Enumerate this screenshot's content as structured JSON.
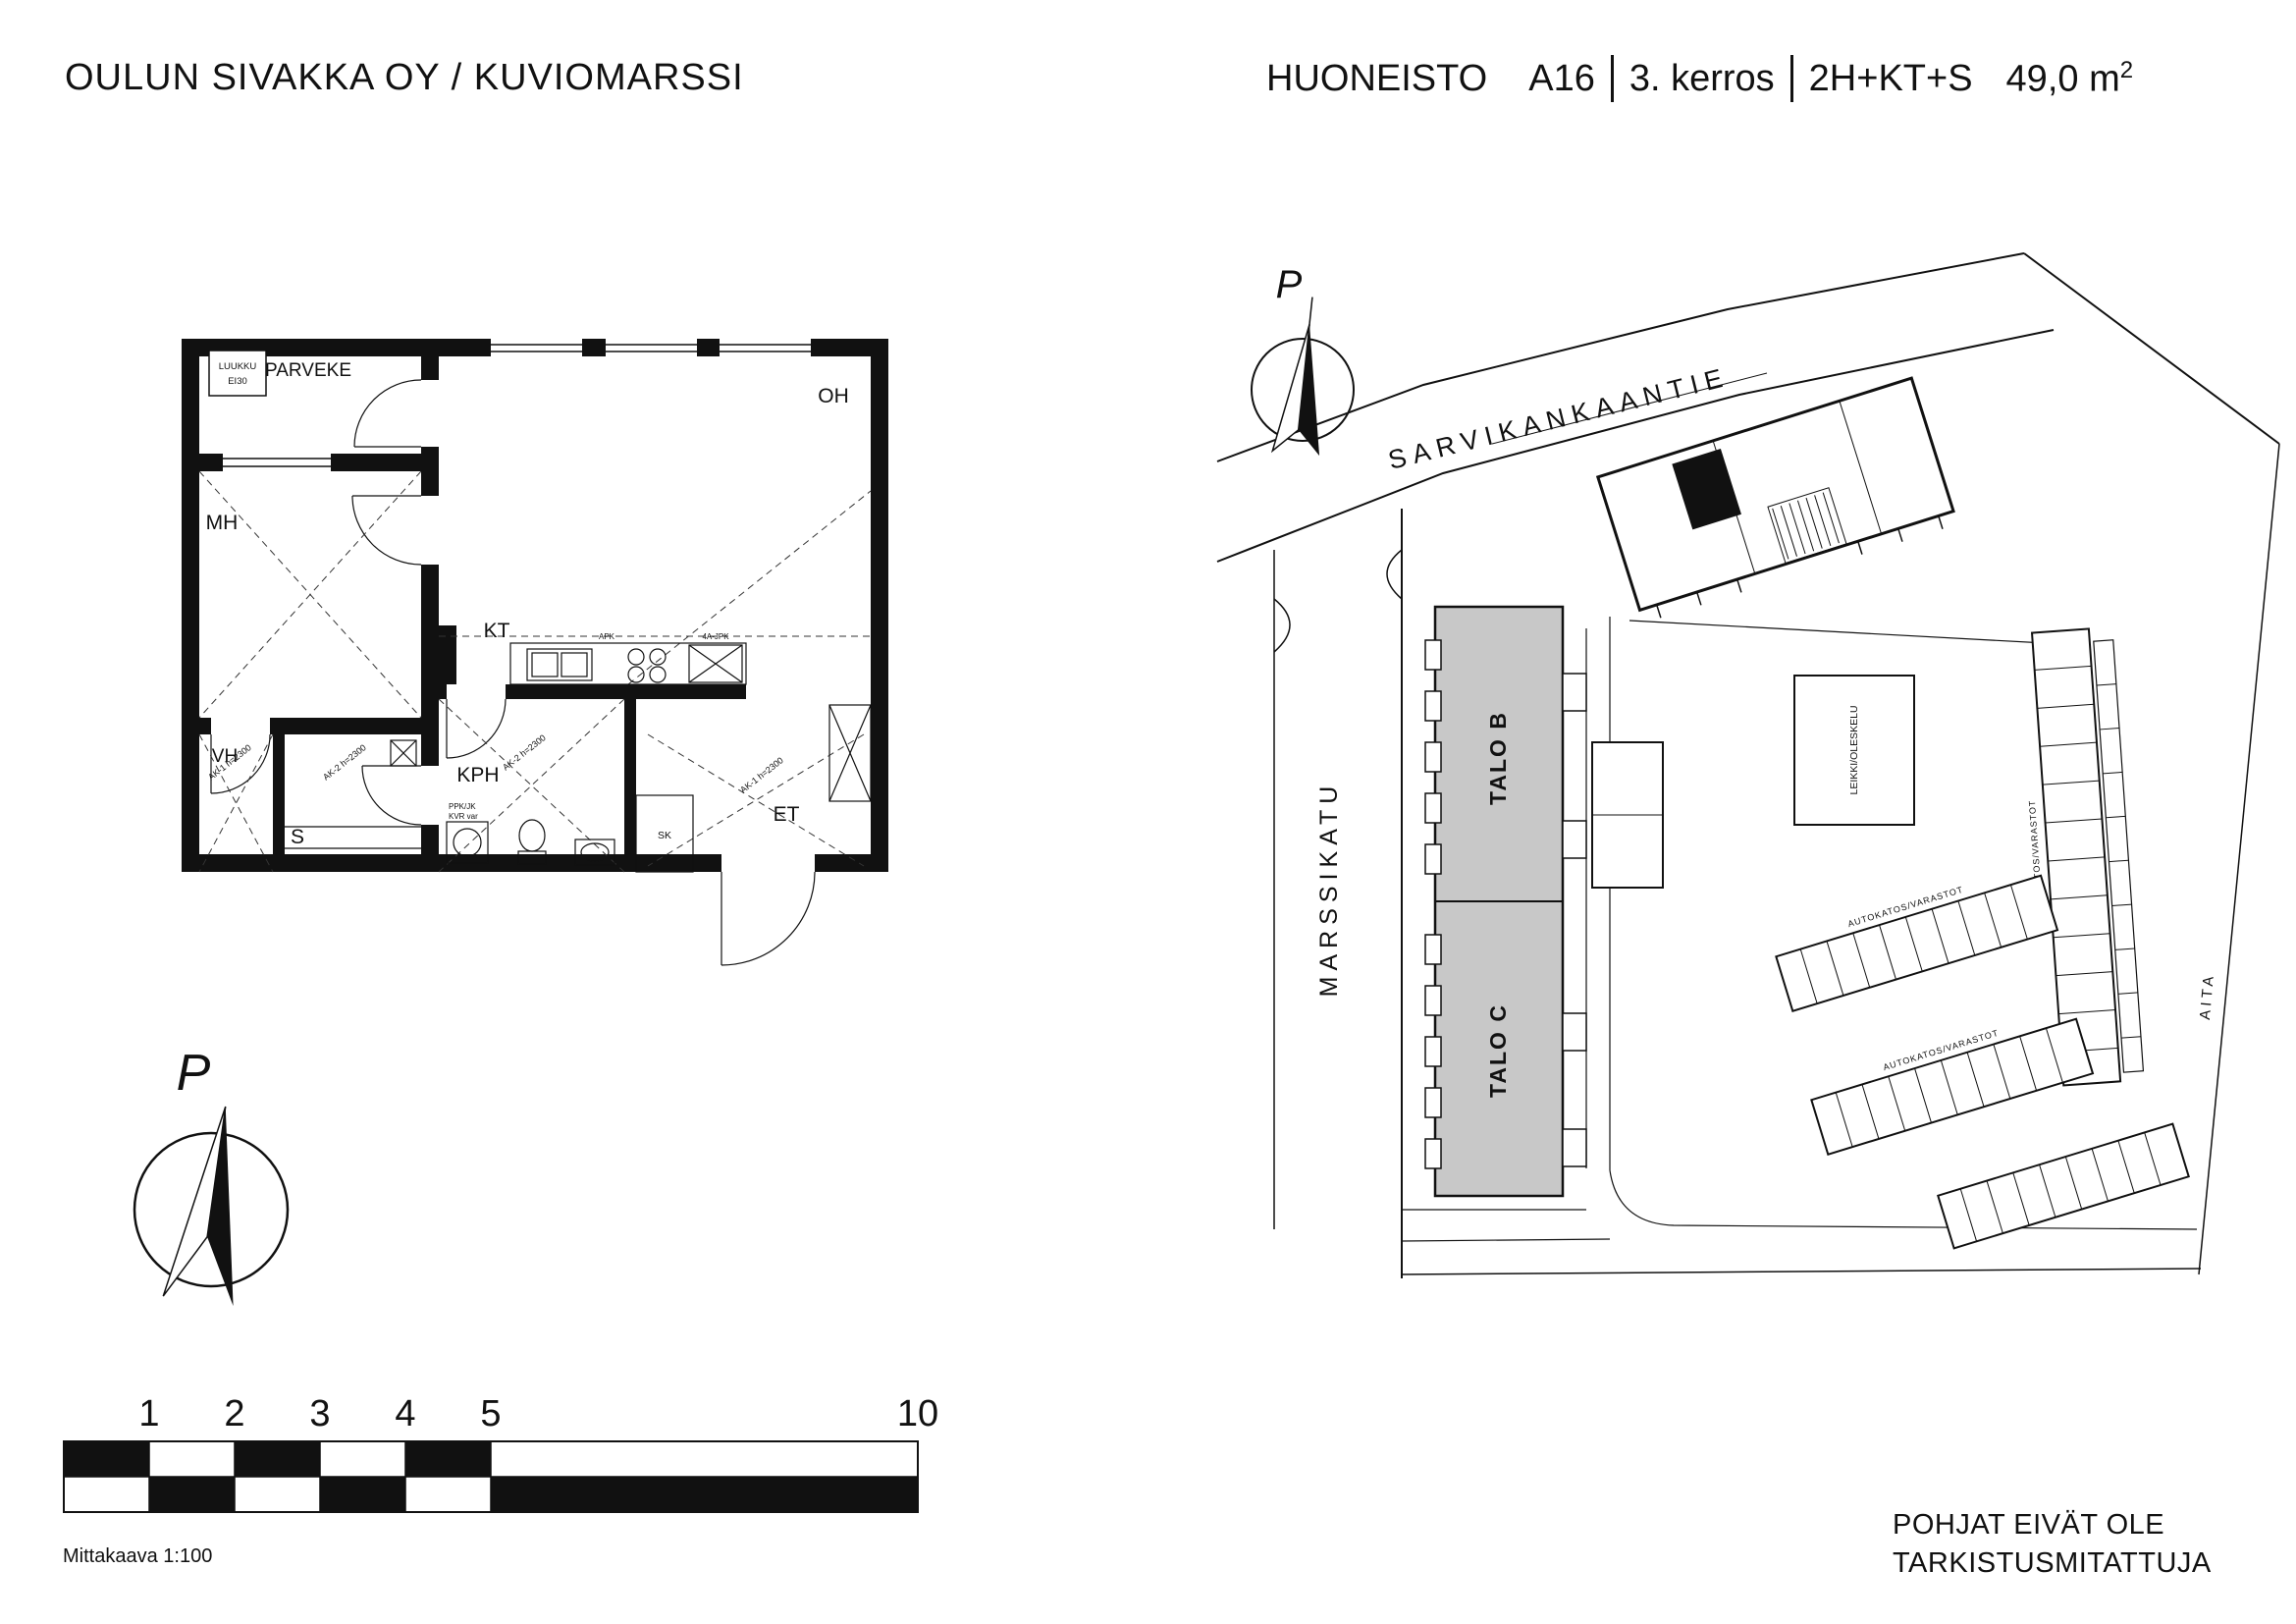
{
  "header": {
    "project_title": "OULUN SIVAKKA OY / KUVIOMARSSI",
    "apartment": {
      "label": "HUONEISTO",
      "id": "A16",
      "floor": "3. kerros",
      "layout": "2H+KT+S",
      "area": "49,0 m",
      "area_sup": "2"
    }
  },
  "floor_plan": {
    "rooms": {
      "parveke": "PARVEKE",
      "oh": "OH",
      "mh": "MH",
      "kt": "KT",
      "vh": "VH",
      "s": "S",
      "kph": "KPH",
      "et": "ET"
    },
    "hatch_box": {
      "line1": "LUUKKU",
      "line2": "EI30"
    },
    "annotations": {
      "ak1_vh": "AK-1 h=2300",
      "ak2_s": "AK-2 h=2300",
      "ak2_kph": "AK-2 h=2300",
      "ak1_et": "AK-1 h=2300",
      "sk": "SK",
      "ppk": "PPK/JK",
      "kvr": "KVR var",
      "apk": "APK",
      "jpk": "4A-JPK"
    }
  },
  "site_plan": {
    "north_label": "P",
    "streets": {
      "main": "SARVIKANKAANTIE",
      "side": "MARSSIKATU"
    },
    "buildings": {
      "b": "TALO B",
      "c": "TALO C"
    },
    "play_area": "LEIKKI/OLESKELU",
    "parking_label": "AUTOKATOS/VARASTOT",
    "fence_label": "AITA",
    "highlight_color": "#c8c8c8"
  },
  "scale_bar": {
    "north_label": "P",
    "ticks": [
      "1",
      "2",
      "3",
      "4",
      "5",
      "10"
    ],
    "caption": "Mittakaava 1:100"
  },
  "footer": {
    "line1": "POHJAT EIVÄT OLE",
    "line2": "TARKISTUSMITATTUJA"
  }
}
